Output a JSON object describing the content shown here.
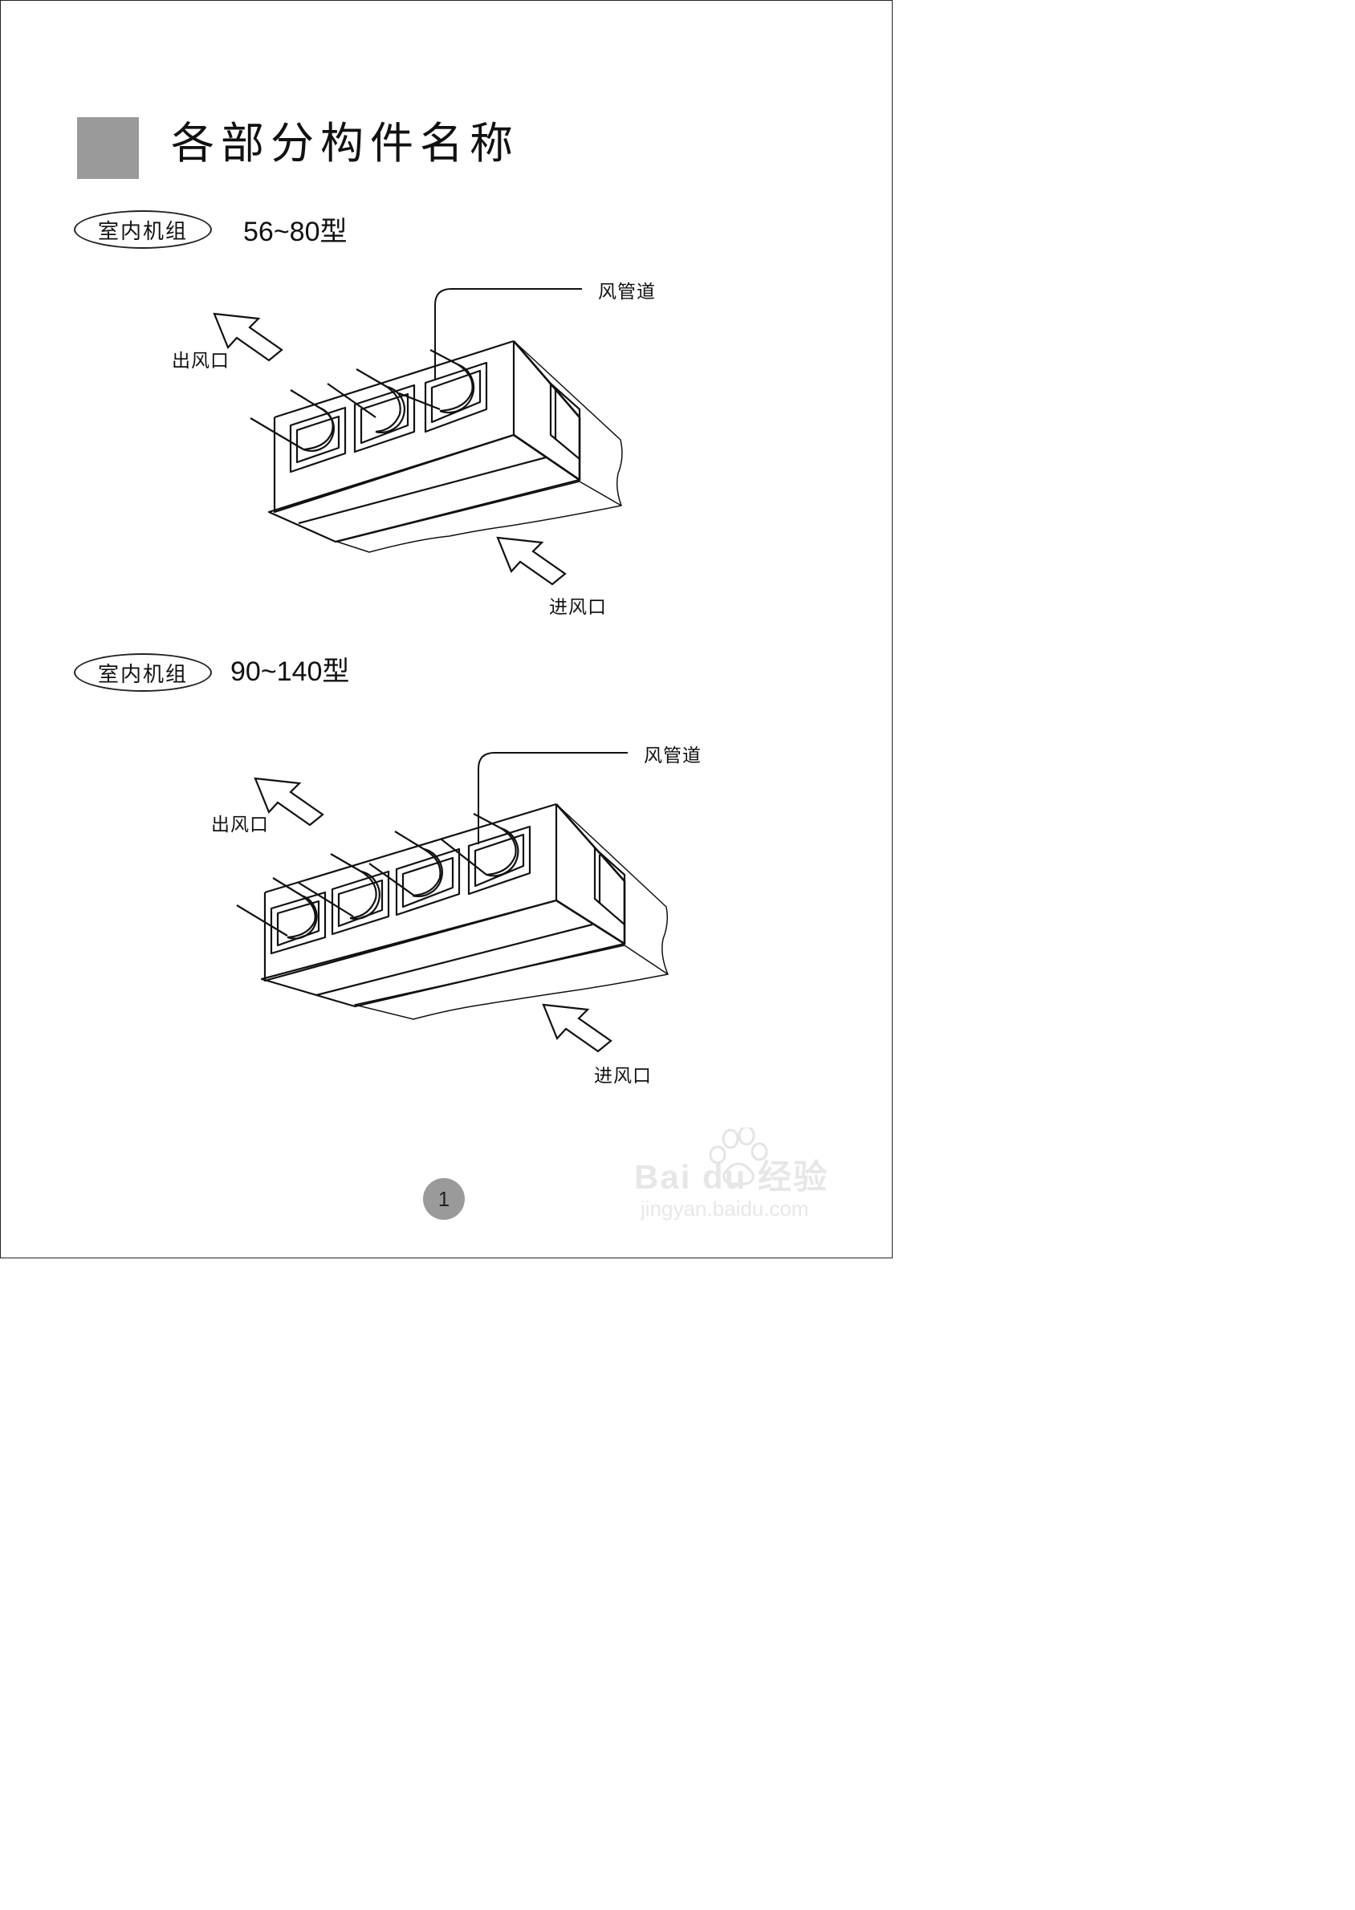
{
  "page": {
    "title": "各部分构件名称",
    "page_number": "1"
  },
  "sections": [
    {
      "badge": "室内机组",
      "model": "56~80型",
      "labels": {
        "duct": "风管道",
        "outlet": "出风口",
        "inlet": "进风口"
      },
      "duct_count": 3
    },
    {
      "badge": "室内机组",
      "model": "90~140型",
      "labels": {
        "duct": "风管道",
        "outlet": "出风口",
        "inlet": "进风口"
      },
      "duct_count": 4
    }
  ],
  "watermark": {
    "logo": "Bai du 经验",
    "url": "jingyan.baidu.com"
  },
  "colors": {
    "accent_gray": "#9a9a9a",
    "line": "#111111"
  }
}
